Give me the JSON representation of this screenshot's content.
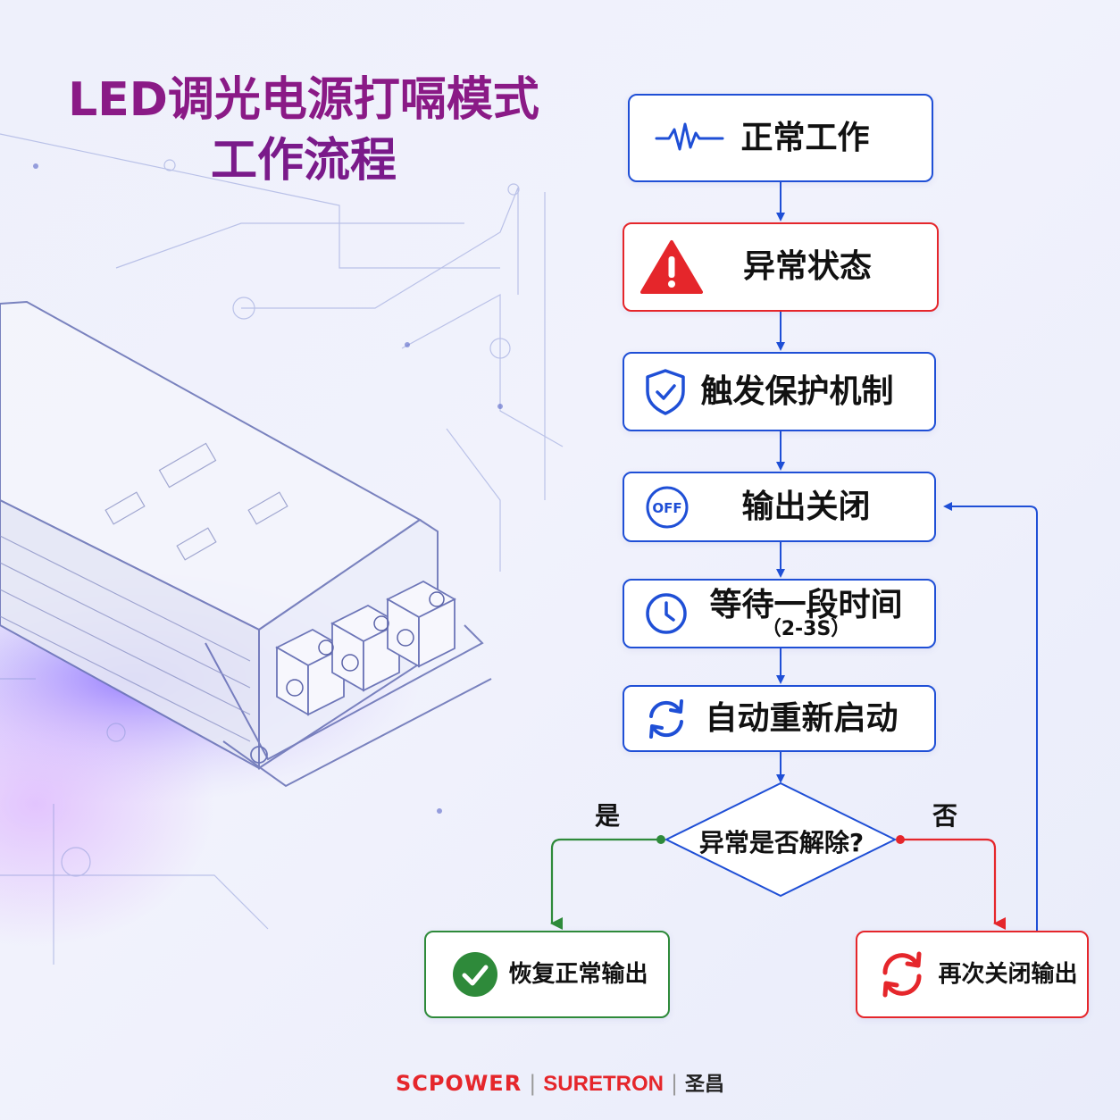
{
  "title": {
    "line1": "LED调光电源打嗝模式",
    "line2": "工作流程"
  },
  "colors": {
    "blue": "#1f4fd6",
    "red": "#e5262b",
    "green": "#2e8a3a",
    "title": "#8a1a86"
  },
  "flow": {
    "normal": {
      "label": "正常工作",
      "icon": "pulse-icon"
    },
    "abnormal": {
      "label": "异常状态",
      "icon": "warning-icon"
    },
    "protect": {
      "label": "触发保护机制",
      "icon": "shield-check-icon"
    },
    "output_off": {
      "label": "输出关闭",
      "icon": "off-icon",
      "icon_text": "OFF"
    },
    "wait": {
      "label": "等待一段时间",
      "sub": "（2-3S）",
      "icon": "clock-icon"
    },
    "restart": {
      "label": "自动重新启动",
      "icon": "refresh-icon"
    },
    "decision": {
      "label": "异常是否解除?",
      "yes": "是",
      "no": "否"
    },
    "recover": {
      "label": "恢复正常输出",
      "icon": "check-circle-icon"
    },
    "shut_again": {
      "label": "再次关闭输出",
      "icon": "cycle-icon"
    }
  },
  "footer": {
    "brand1": "SCPOWER",
    "brand2": "SURETRON",
    "brand3": "圣昌"
  }
}
